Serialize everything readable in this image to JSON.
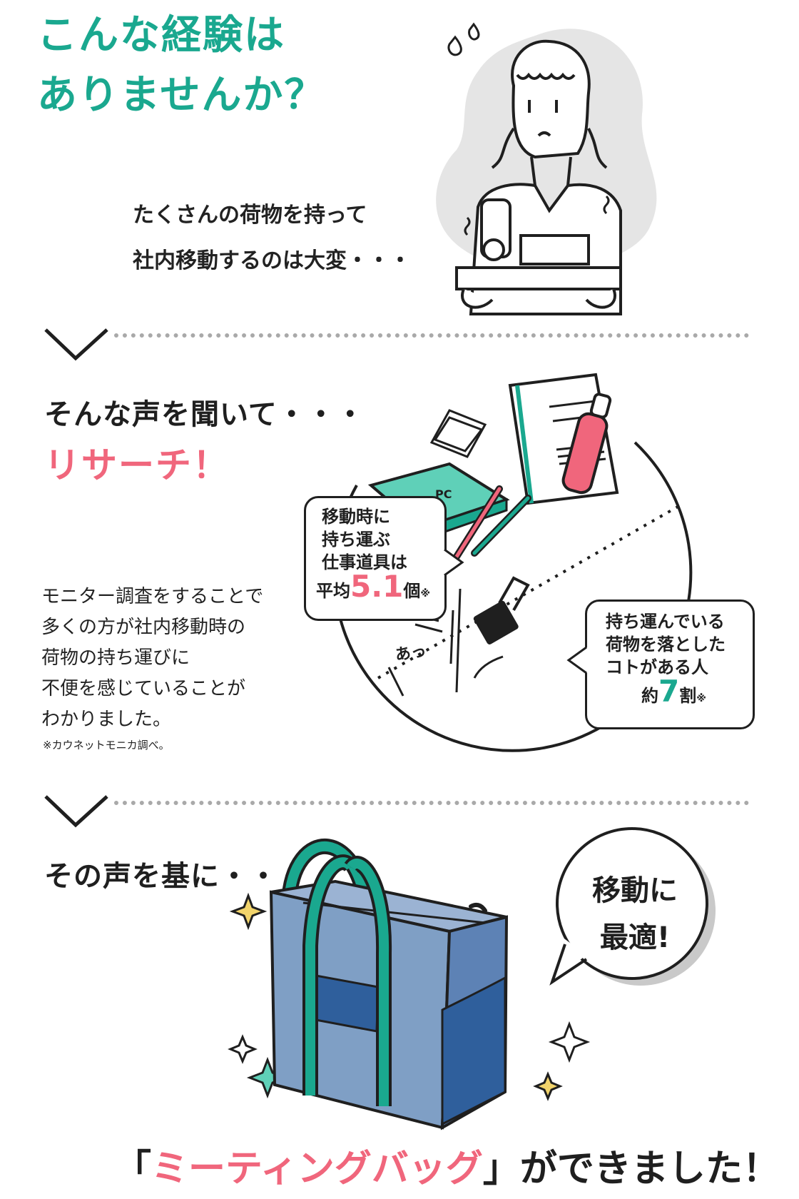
{
  "hero": {
    "title_line1": "こんな経験は",
    "title_line2": "ありませんか？",
    "intro_line1": "たくさんの荷物を持って",
    "intro_line2": "社内移動するのは大変・・・"
  },
  "research": {
    "heading": "そんな声を聞いて・・・",
    "highlight": "リサーチ！",
    "body_lines": [
      "モニター調査をすることで",
      "多くの方が社内移動時の",
      "荷物の持ち運びに",
      "不便を感じていることが",
      "わかりました。"
    ],
    "note": "※カウネットモニカ調べ。",
    "bubble1": {
      "line1": "移動時に",
      "line2": "持ち運ぶ",
      "line3": "仕事道具は",
      "prefix": "平均",
      "value": "5.1",
      "unit": "個",
      "mark": "※"
    },
    "bubble2": {
      "line1": "持ち運んでいる",
      "line2": "荷物を落とした",
      "line3": "コトがある人",
      "prefix": "約",
      "value": "7",
      "unit": "割",
      "mark": "※"
    },
    "pc_label": "PC",
    "exclaim": "あっ"
  },
  "result": {
    "heading": "その声を基に・・・",
    "bubble_line1": "移動に",
    "bubble_line2": "最適!",
    "final_open": "「",
    "final_product": "ミーティングバッグ",
    "final_close": "」ができました！"
  },
  "colors": {
    "teal": "#1aa88f",
    "pink": "#f0667c",
    "bag_blue": "#7f9fc5",
    "bag_dark_blue": "#2f5f9c",
    "gray_blob": "#e5e5e5"
  }
}
